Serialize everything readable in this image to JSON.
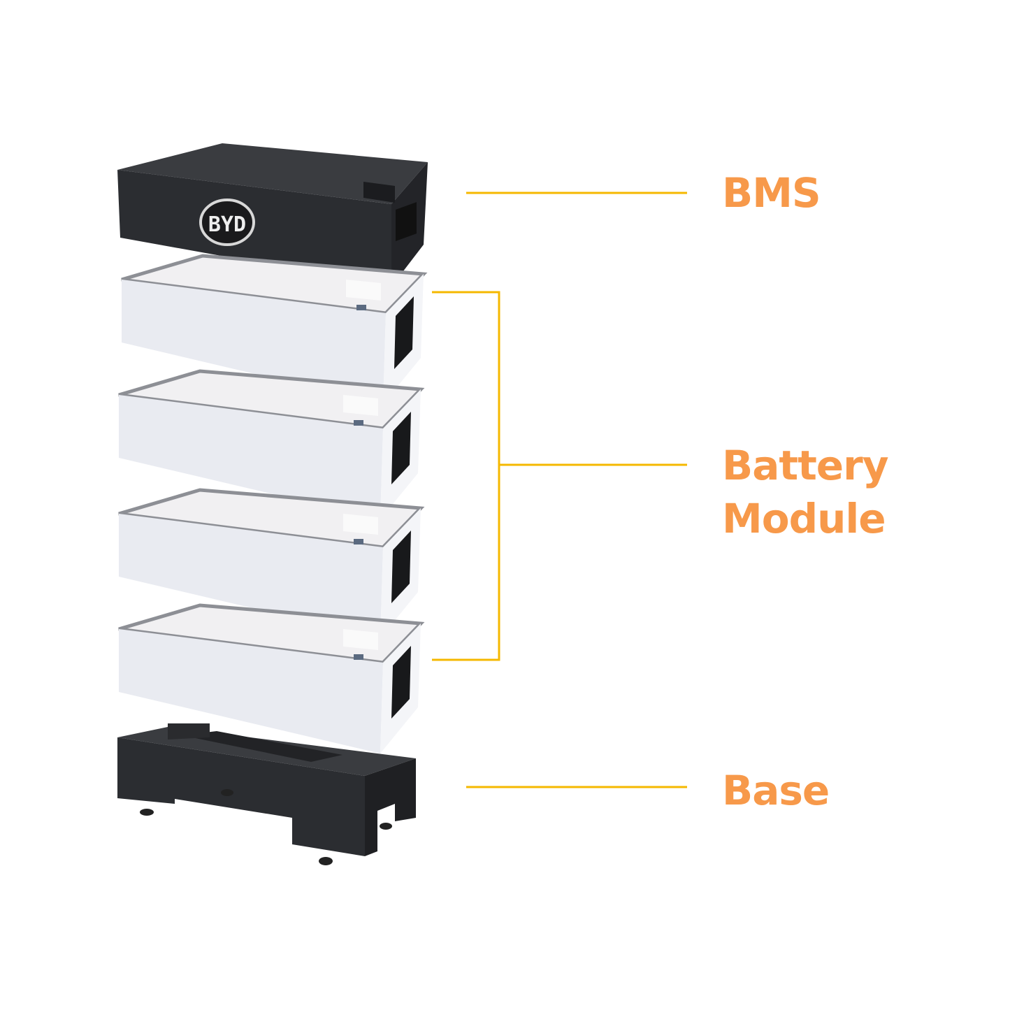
{
  "labels": {
    "bms": "BMS",
    "battery_module_line1": "Battery",
    "battery_module_line2": "Module",
    "base": "Base"
  },
  "logo_text": "BYD",
  "module_count": 4,
  "colors": {
    "label": "#F7994A",
    "leader_line": "#F5B800",
    "dark_unit": "#2b2d31",
    "white_unit": "#eceef3"
  }
}
